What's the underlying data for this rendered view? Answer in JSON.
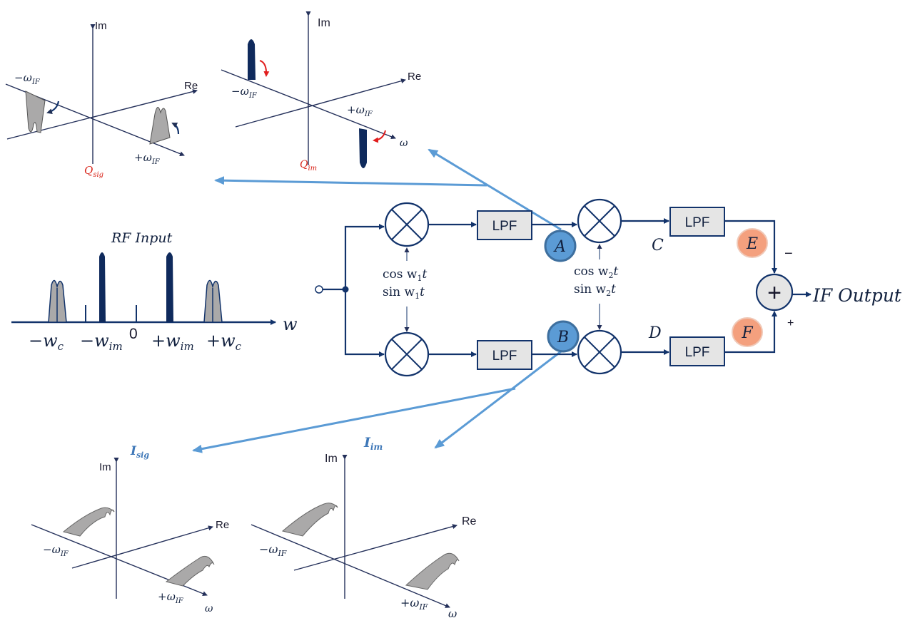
{
  "diagram": {
    "top_left_plot": {
      "im": "Im",
      "re": "Re",
      "neg": "−ω",
      "neg_sub": "IF",
      "pos": "+ω",
      "pos_sub": "IF",
      "caption": "Q",
      "caption_sub": "sig"
    },
    "top_mid_plot": {
      "im": "Im",
      "re": "Re",
      "neg": "−ω",
      "neg_sub": "IF",
      "pos": "+ω",
      "pos_sub": "IF",
      "omega": "ω",
      "caption": "Q",
      "caption_sub": "im"
    },
    "rf_spectrum": {
      "title": "RF Input",
      "axis_label": "w",
      "ticks": [
        {
          "main": "−w",
          "sub": "c"
        },
        {
          "main": "−w",
          "sub": "im"
        },
        {
          "main": "0",
          "sub": ""
        },
        {
          "main": "+w",
          "sub": "im"
        },
        {
          "main": "+w",
          "sub": "c"
        }
      ]
    },
    "block": {
      "lpf": "LPF",
      "lo1_cos": "cos w",
      "lo1_sin": "sin w",
      "lo1_sub": "1",
      "lo1_t": "t",
      "lo2_cos": "cos w",
      "lo2_sin": "sin w",
      "lo2_sub": "2",
      "lo2_t": "t",
      "node_a": "A",
      "node_b": "B",
      "node_c": "C",
      "node_d": "D",
      "node_e": "E",
      "node_f": "F",
      "minus": "−",
      "plus": "+",
      "sum": "+",
      "output": "IF Output"
    },
    "bottom_left_plot": {
      "title": "I",
      "title_sub": "sig",
      "im": "Im",
      "re": "Re",
      "neg": "−ω",
      "neg_sub": "IF",
      "pos": "+ω",
      "pos_sub": "IF",
      "omega": "ω"
    },
    "bottom_right_plot": {
      "title": "I",
      "title_sub": "im",
      "im": "Im",
      "re": "Re",
      "neg": "−ω",
      "neg_sub": "IF",
      "pos": "+ω",
      "pos_sub": "IF",
      "omega": "ω"
    },
    "colors": {
      "wire": "#12336b",
      "arrow": "#5b9bd5",
      "spectrum_fill": "#aaa9a9",
      "image_fill": "#0f2a5c",
      "node_blue": "#5b9bd5",
      "node_orange": "#f4a07e",
      "red_caption": "#d9261c"
    }
  }
}
